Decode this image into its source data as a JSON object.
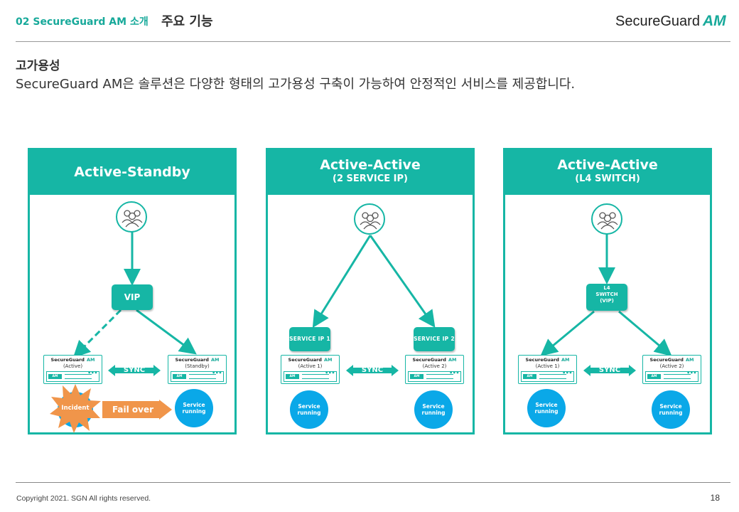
{
  "header": {
    "section": "02 SecureGuard AM 소개",
    "topic": "주요 기능",
    "logo_text": "SecureGuard",
    "logo_am": "AM"
  },
  "section": {
    "title": "고가용성",
    "description": "SecureGuard AM은 솔루션은 다양한 형태의 고가용성 구축이 가능하여 안정적인 서비스를 제공합니다."
  },
  "colors": {
    "accent": "#16b6a5",
    "running": "#0aa8e8",
    "incident": "#f0954a"
  },
  "server_product": "SecureGuard",
  "server_product_am": "AM",
  "server_badge": "AM",
  "panels": [
    {
      "title": "Active-Standby",
      "subtitle": "",
      "entry_label": "VIP",
      "servers": [
        "(Active)",
        "(Standby)"
      ],
      "sync_label": "SYNC",
      "incident_label": "Incident",
      "failover_label": "Fail over",
      "running_label": "Service running"
    },
    {
      "title": "Active-Active",
      "subtitle": "(2 SERVICE IP)",
      "service_ips": [
        "SERVICE IP 1",
        "SERVICE IP 2"
      ],
      "servers": [
        "(Active 1)",
        "(Active 2)"
      ],
      "sync_label": "SYNC",
      "running_labels": [
        "Service running",
        "Service running"
      ]
    },
    {
      "title": "Active-Active",
      "subtitle": "(L4 SWITCH)",
      "entry_label": "L4 SWITCH (VIP)",
      "entry_lines": [
        "L4",
        "SWITCH",
        "(VIP)"
      ],
      "servers": [
        "(Active 1)",
        "(Active 2)"
      ],
      "sync_label": "SYNC",
      "running_labels": [
        "Service running",
        "Service running"
      ]
    }
  ],
  "footer": {
    "copyright": "Copyright 2021. SGN All rights reserved.",
    "page": "18"
  }
}
